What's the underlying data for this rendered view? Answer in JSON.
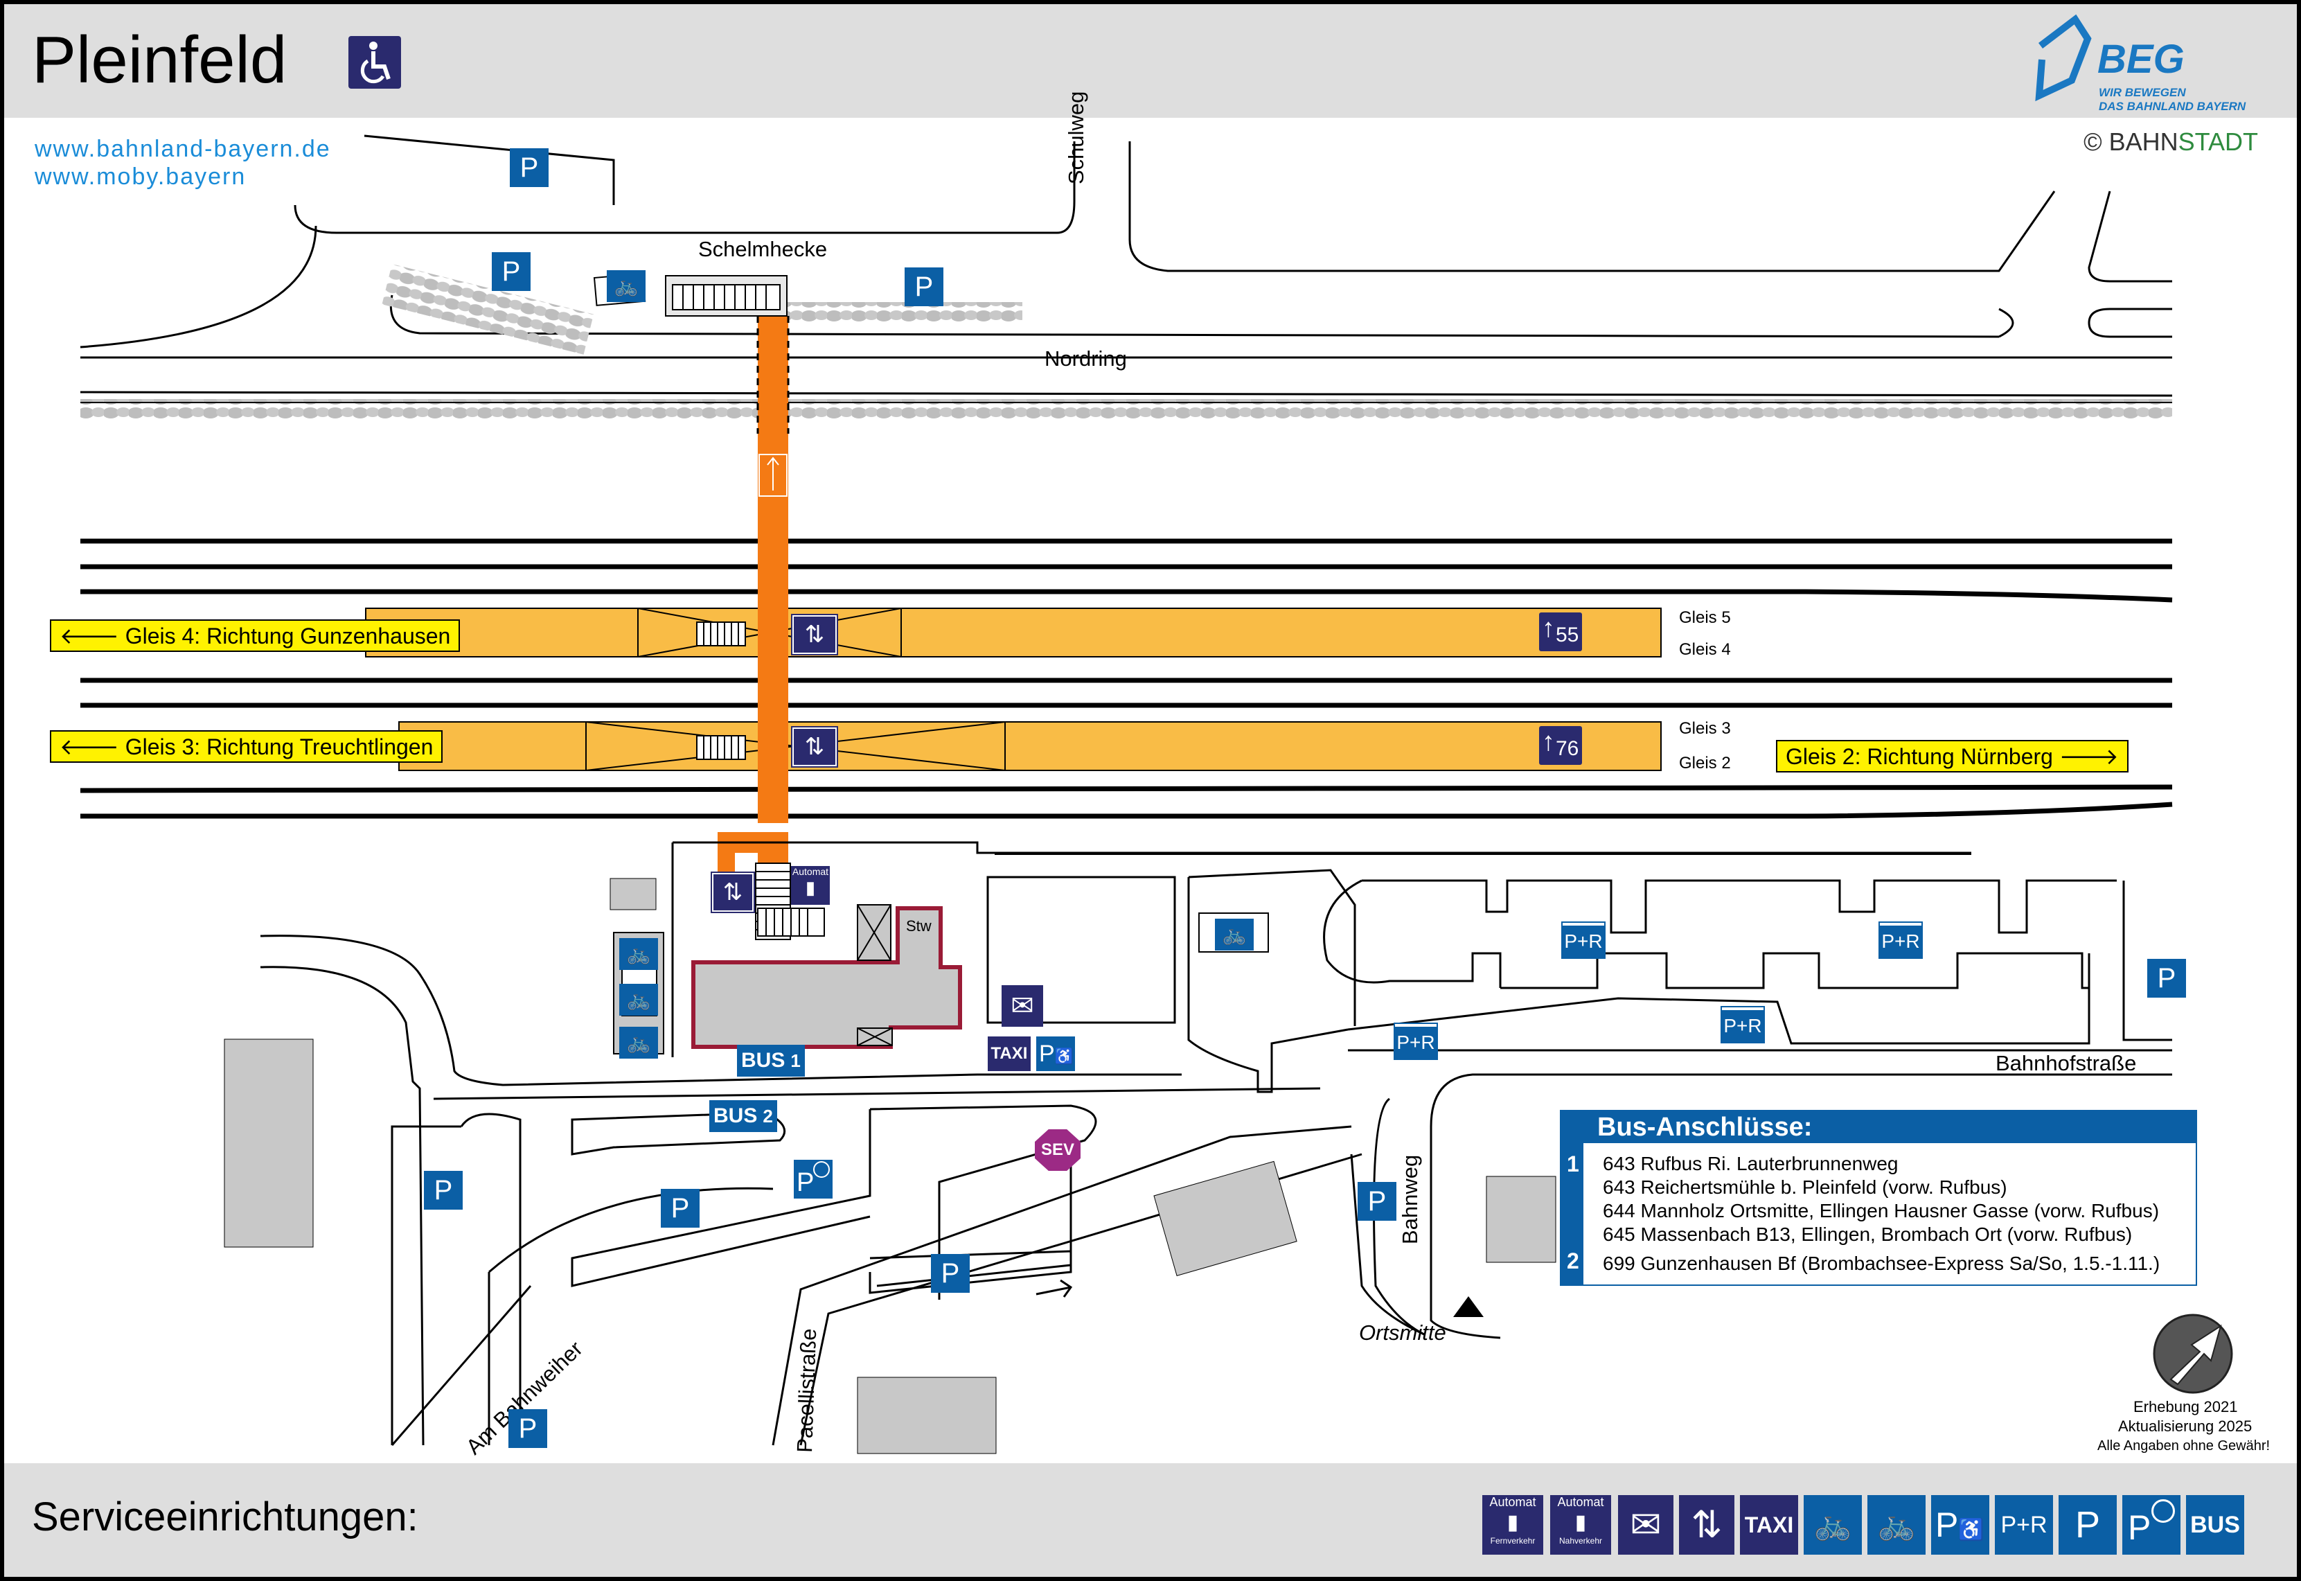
{
  "title": "Pleinfeld",
  "links": [
    "www.bahnland-bayern.de",
    "www.moby.bayern"
  ],
  "copyright": {
    "symbol": "©",
    "brand_a": "BAHN",
    "brand_b": "STADT"
  },
  "beg": {
    "name": "BEG",
    "tagline_1": "WIR BEWEGEN",
    "tagline_2": "DAS BAHNLAND BAYERN"
  },
  "streets": {
    "schelmhecke": "Schelmhecke",
    "schulweg": "Schulweg",
    "nordring": "Nordring",
    "bahnhofstrasse": "Bahnhofstraße",
    "bahnweg": "Bahnweg",
    "ortsmitte": "Ortsmitte",
    "pacellistrasse": "Pacellistraße",
    "am_bahnweiher": "Am Bahnweiher"
  },
  "platforms": {
    "gleis5": "Gleis 5",
    "gleis4": "Gleis 4",
    "gleis3": "Gleis 3",
    "gleis2": "Gleis 2",
    "dir_gleis4": "Gleis 4: Richtung Gunzenhausen",
    "dir_gleis3": "Gleis 3: Richtung Treuchtlingen",
    "dir_gleis2": "Gleis 2: Richtung Nürnberg",
    "height_upper": "55",
    "height_lower": "76"
  },
  "building": {
    "stw": "Stw"
  },
  "signs": {
    "parking": "P",
    "park_ride": "P+R",
    "bus": "BUS",
    "bus_stop_1": "1",
    "bus_stop_2": "2",
    "taxi": "TAXI",
    "sev": "SEV",
    "automat": "Automat"
  },
  "bus_panel": {
    "title": "Bus-Anschlüsse:",
    "stops": [
      {
        "number": "1",
        "lines": [
          "643 Rufbus Ri. Lauterbrunnenweg",
          "643 Reichertsmühle b. Pleinfeld (vorw. Rufbus)",
          "644 Mannholz Ortsmitte, Ellingen Hausner Gasse (vorw. Rufbus)",
          "645 Massenbach B13, Ellingen, Brombach Ort (vorw. Rufbus)"
        ]
      },
      {
        "number": "2",
        "lines": [
          "699 Gunzenhausen Bf (Brombachsee-Express Sa/So, 1.5.-1.11.)"
        ]
      }
    ]
  },
  "survey": {
    "line1": "Erhebung 2021",
    "line2": "Aktualisierung 2025",
    "line3": "Alle Angaben ohne Gewähr!"
  },
  "footer": {
    "title": "Serviceeinrichtungen:",
    "legend": [
      {
        "icon": "ticket-machine-long-distance-icon",
        "top": "Automat",
        "bottom": "Fernverkehr"
      },
      {
        "icon": "ticket-machine-regional-icon",
        "top": "Automat",
        "bottom": "Nahverkehr"
      },
      {
        "icon": "mailbox-icon"
      },
      {
        "icon": "elevator-icon"
      },
      {
        "icon": "taxi-icon",
        "label": "TAXI"
      },
      {
        "icon": "bike-box-icon"
      },
      {
        "icon": "bike-parking-icon"
      },
      {
        "icon": "disabled-parking-icon",
        "label": "P"
      },
      {
        "icon": "park-and-ride-icon",
        "label": "P+R"
      },
      {
        "icon": "parking-icon",
        "label": "P"
      },
      {
        "icon": "short-term-parking-icon",
        "label": "P"
      },
      {
        "icon": "bus-icon",
        "label": "BUS"
      }
    ]
  },
  "colors": {
    "header_bg": "#dedede",
    "platform": "#f9bc46",
    "path": "#f47a14",
    "sign_blue": "#0b5fa5",
    "sign_navy": "#2a2a6e",
    "station": "#c8c8c8",
    "station_border": "#9a1b36",
    "sev": "#9c2a85",
    "label_yellow": "#fff200",
    "link": "#1a8cd8"
  }
}
